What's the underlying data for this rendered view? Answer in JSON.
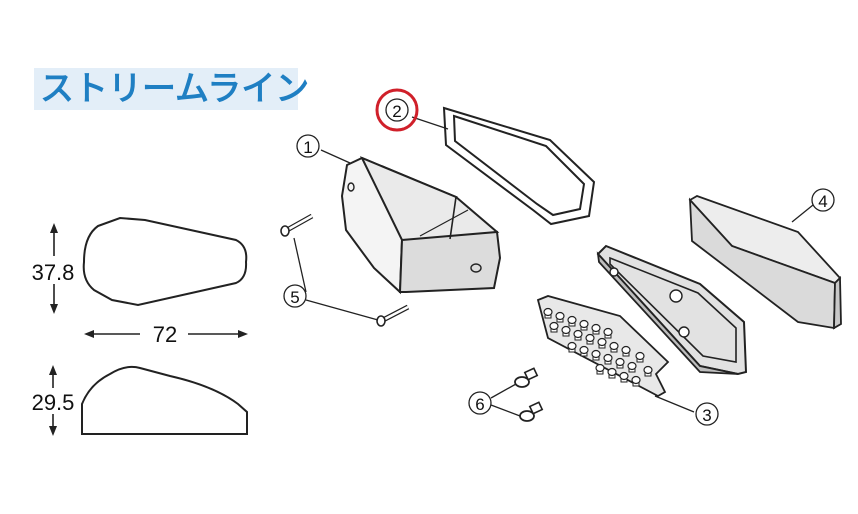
{
  "title": "ストリームライン",
  "dimensions": {
    "height_top": "37.8",
    "width": "72",
    "height_bottom": "29.5"
  },
  "callouts": {
    "part1": "1",
    "part2": "2",
    "part3": "3",
    "part4": "4",
    "part5": "5",
    "part6": "6"
  },
  "colors": {
    "title_text": "#1f7fc3",
    "title_bg": "#e3eef8",
    "highlight_circle": "#d0202a",
    "line": "#222222",
    "part_fill": "#d8d8d8"
  }
}
